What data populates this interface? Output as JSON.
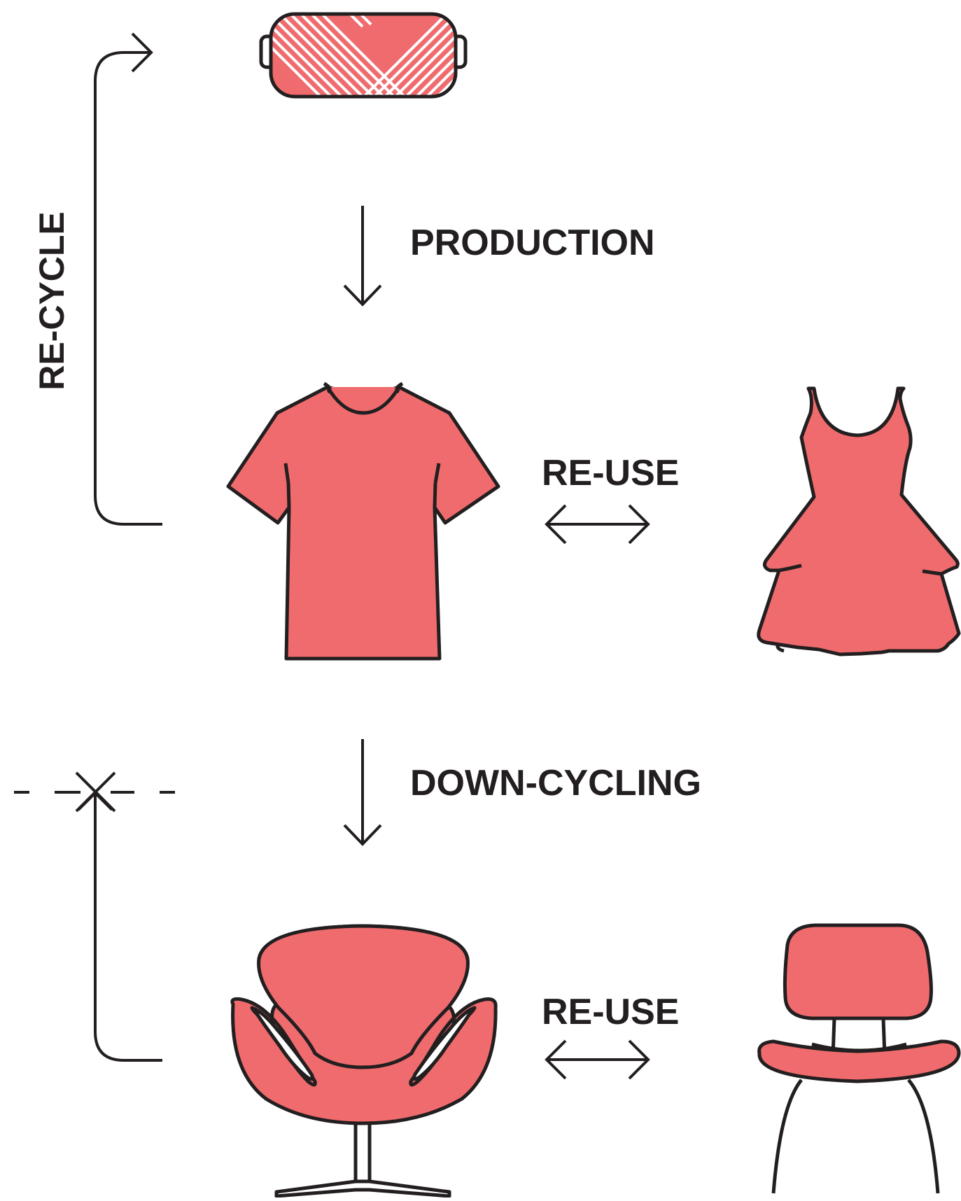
{
  "labels": {
    "production": "PRODUCTION",
    "recycle": "RE-CYCLE",
    "reuse_top": "RE-USE",
    "downcycling": "DOWN-CYCLING",
    "reuse_bottom": "RE-USE"
  },
  "colors": {
    "fill": "#f06b6d",
    "stroke": "#231f20",
    "background": "#ffffff"
  },
  "icons": [
    "fabric-roll-icon",
    "t-shirt-icon",
    "dress-icon",
    "swan-chair-icon",
    "side-chair-icon"
  ]
}
